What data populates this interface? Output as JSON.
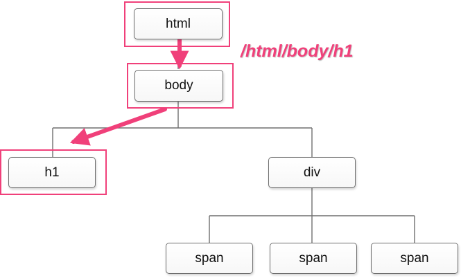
{
  "diagram": {
    "xpath_label": "/html/body/h1",
    "nodes": {
      "html": "html",
      "body": "body",
      "h1": "h1",
      "div": "div",
      "span1": "span",
      "span2": "span",
      "span3": "span"
    },
    "colors": {
      "highlight": "#f0407a",
      "tree_line": "#6e6e6e",
      "node_border": "#6e6e6e"
    }
  }
}
